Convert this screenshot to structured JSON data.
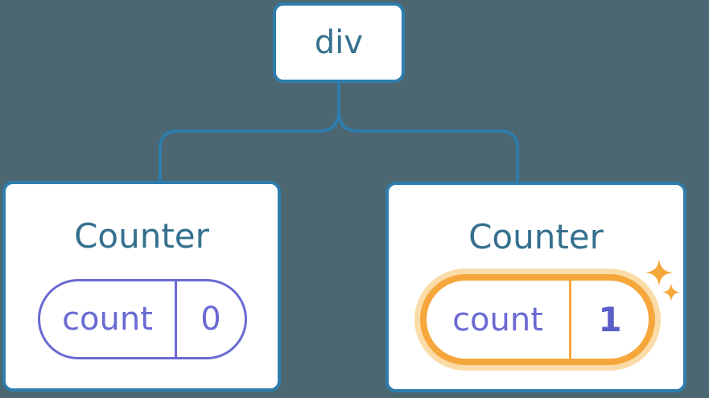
{
  "tree": {
    "root": {
      "label": "div"
    },
    "children": [
      {
        "title": "Counter",
        "state_key": "count",
        "state_value": "0",
        "highlighted": false
      },
      {
        "title": "Counter",
        "state_key": "count",
        "state_value": "1",
        "highlighted": true
      }
    ]
  },
  "colors": {
    "background": "#4C6772",
    "node_fill": "#FFFFFF",
    "node_border": "#2E7DAD",
    "connector": "#2E7DAD",
    "node_title": "#35708E",
    "state_accent": "#6A6AD4",
    "state_value_highlight": "#5A5FC8",
    "highlight_accent": "#F5A73B",
    "highlight_glow": "#FBDCA8"
  },
  "icons": {
    "sparkle": "four-point-star"
  }
}
